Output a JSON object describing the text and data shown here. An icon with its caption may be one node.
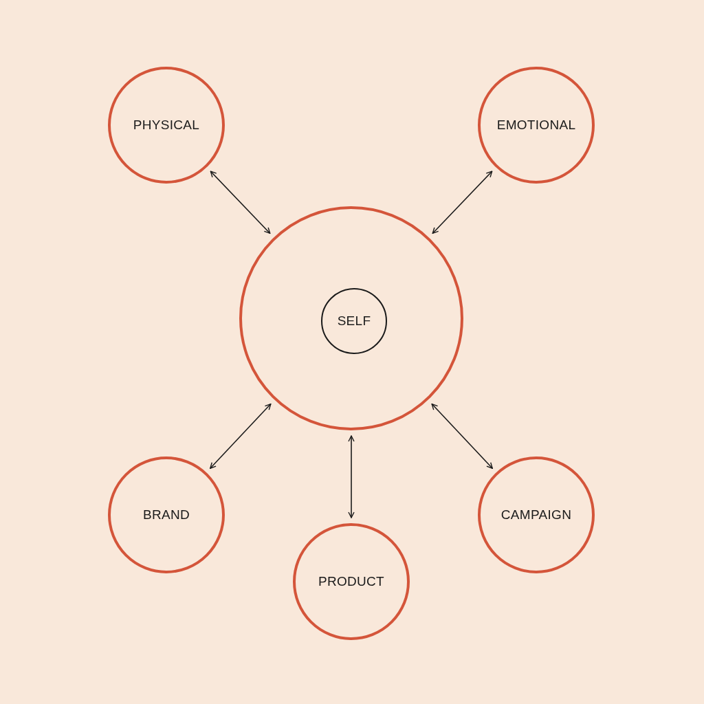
{
  "diagram": {
    "nodes": [
      {
        "text": [
          "PHYSICAL"
        ]
      },
      {
        "text": [
          "EMOTIONAL"
        ]
      },
      {
        "text": [],
        "shape": "circle"
      },
      {
        "text": [
          "SELF"
        ],
        "in": 2
      },
      {
        "text": [
          "BRAND"
        ]
      },
      {
        "text": [
          "CAMPAIGN"
        ]
      },
      {
        "text": [
          "PRODUCT"
        ]
      }
    ],
    "edges": [
      {
        "from": 2,
        "to": 0,
        "arrow": "both"
      },
      {
        "from": 2,
        "to": 1,
        "arrow": "both"
      },
      {
        "from": 2,
        "to": 4,
        "arrow": "both"
      },
      {
        "from": 2,
        "to": 5,
        "arrow": "both"
      },
      {
        "from": 2,
        "to": 6,
        "arrow": "both"
      }
    ]
  }
}
